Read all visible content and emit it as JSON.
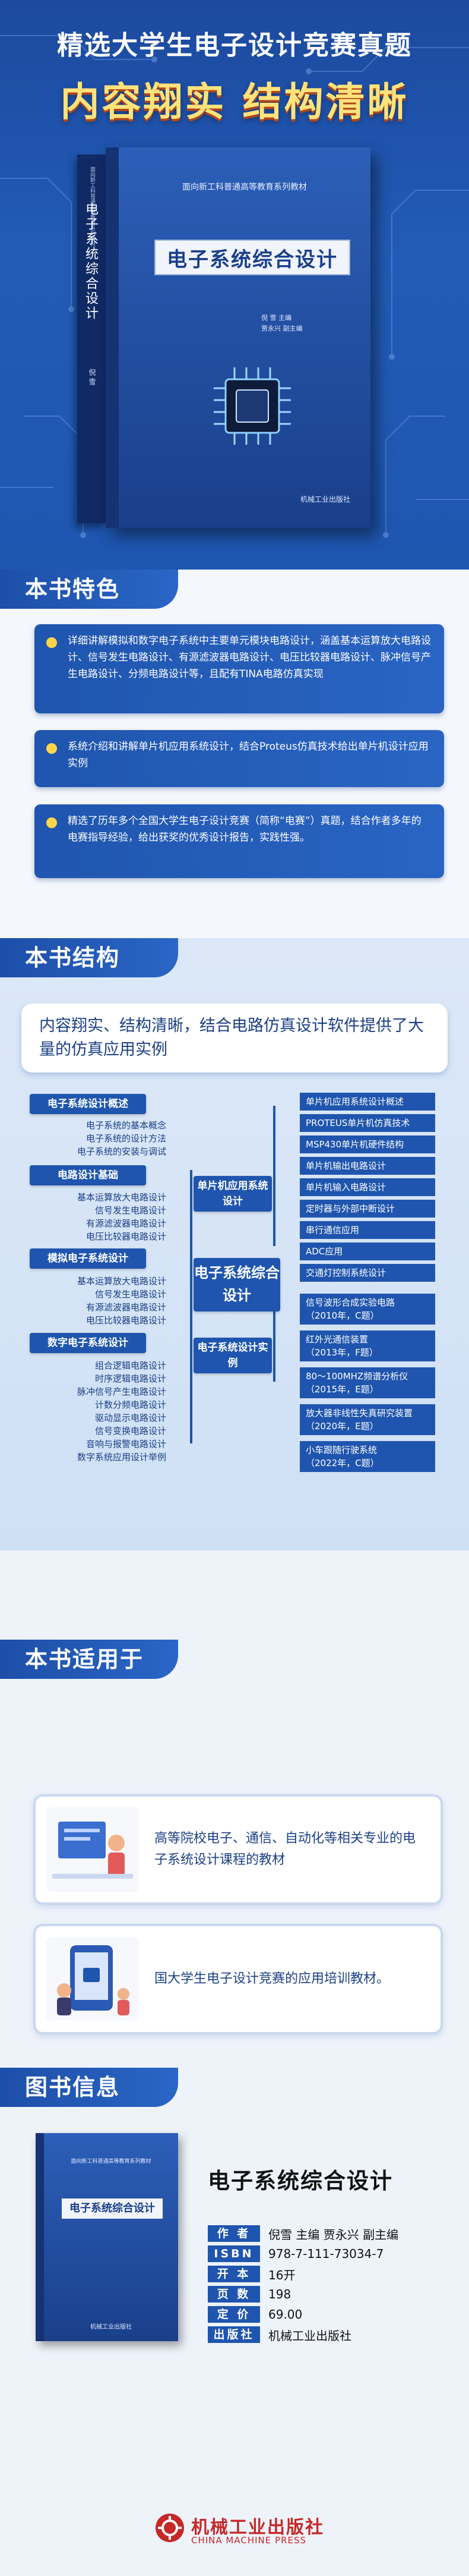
{
  "hero": {
    "subtitle": "精选大学生电子设计竞赛真题",
    "title": "内容翔实 结构清晰"
  },
  "cover": {
    "series": "面向新工科普通高等教育系列教材",
    "title": "电子系统综合设计",
    "author_line1": "倪  雪  主编",
    "author_line2": "贾永兴  副主编",
    "publisher": "机械工业出版社",
    "spine_title": "电子系统综合设计",
    "spine_author": "倪  雪"
  },
  "features": {
    "header": "本书特色",
    "items": [
      "详细讲解模拟和数字电子系统中主要单元模块电路设计，涵盖基本运算放大电路设计、信号发生电路设计、有源滤波器电路设计、电压比较器电路设计、脉冲信号产生电路设计、分频电路设计等，且配有TINA电路仿真实现",
      "系统介绍和讲解单片机应用系统设计，结合Proteus仿真技术给出单片机设计应用实例",
      "精选了历年多个全国大学生电子设计竞赛（简称“电赛”）真题，结合作者多年的电赛指导经验，给出获奖的优秀设计报告，实践性强。"
    ]
  },
  "structure": {
    "header": "本书结构",
    "intro": "内容翔实、结构清晰，结合电路仿真设计软件提供了大量的仿真应用实例",
    "center": "电子系统综合设计",
    "left_groups": [
      {
        "title": "电子系统设计概述",
        "items": [
          "电子系统的基本概念",
          "电子系统的设计方法",
          "电子系统的安装与调试"
        ]
      },
      {
        "title": "电路设计基础",
        "items": [
          "基本运算放大电路设计",
          "信号发生电路设计",
          "有源滤波器电路设计",
          "电压比较器电路设计"
        ]
      },
      {
        "title": "模拟电子系统设计",
        "items": [
          "基本运算放大电路设计",
          "信号发生电路设计",
          "有源滤波器电路设计",
          "电压比较器电路设计"
        ]
      },
      {
        "title": "数字电子系统设计",
        "items": [
          "组合逻辑电路设计",
          "时序逻辑电路设计",
          "脉冲信号产生电路设计",
          "计数分频电路设计",
          "驱动显示电路设计",
          "信号变换电路设计",
          "音响与报警电路设计",
          "数字系统应用设计举例"
        ]
      }
    ],
    "mcu_node": "单片机应用系统设计",
    "mcu_items": [
      "单片机应用系统设计概述",
      "PROTEUS单片机仿真技术",
      "MSP430单片机硬件结构",
      "单片机输出电路设计",
      "单片机输入电路设计",
      "定时器与外部中断设计",
      "串行通信应用",
      "ADC应用",
      "交通灯控制系统设计"
    ],
    "example_node": "电子系统设计实例",
    "example_items": [
      [
        "信号波形合成实验电路",
        "（2010年，C题）"
      ],
      [
        "红外光通信装置",
        "（2013年，F题）"
      ],
      [
        "80～100MHZ频谱分析仪",
        "（2015年，E题）"
      ],
      [
        "放大器非线性失真研究装置",
        "（2020年，E题）"
      ],
      [
        "小车跟随行驶系统",
        "（2022年，C题）"
      ]
    ]
  },
  "audience": {
    "header": "本书适用于",
    "items": [
      "高等院校电子、通信、自动化等相关专业的电子系统设计课程的教材",
      "国大学生电子设计竞赛的应用培训教材。"
    ]
  },
  "info": {
    "header": "图书信息",
    "title": "电子系统综合设计",
    "rows": [
      {
        "k": "作 者",
        "v": "倪雪 主编  贾永兴 副主编"
      },
      {
        "k": "ISBN",
        "v": "978-7-111-73034-7"
      },
      {
        "k": "开 本",
        "v": "16开"
      },
      {
        "k": "页 数",
        "v": "198"
      },
      {
        "k": "定 价",
        "v": "69.00"
      },
      {
        "k": "出版社",
        "v": "机械工业出版社"
      }
    ],
    "book_series": "面向新工科普通高等教育系列教材",
    "book_title": "电子系统综合设计",
    "book_publisher": "机械工业出版社"
  },
  "footer": {
    "publisher_cn": "机械工业出版社",
    "publisher_en": "CHINA MACHINE PRESS"
  },
  "colors": {
    "primary": "#1f55ae",
    "accent": "#ffe37a",
    "publisher_red": "#c62828"
  }
}
